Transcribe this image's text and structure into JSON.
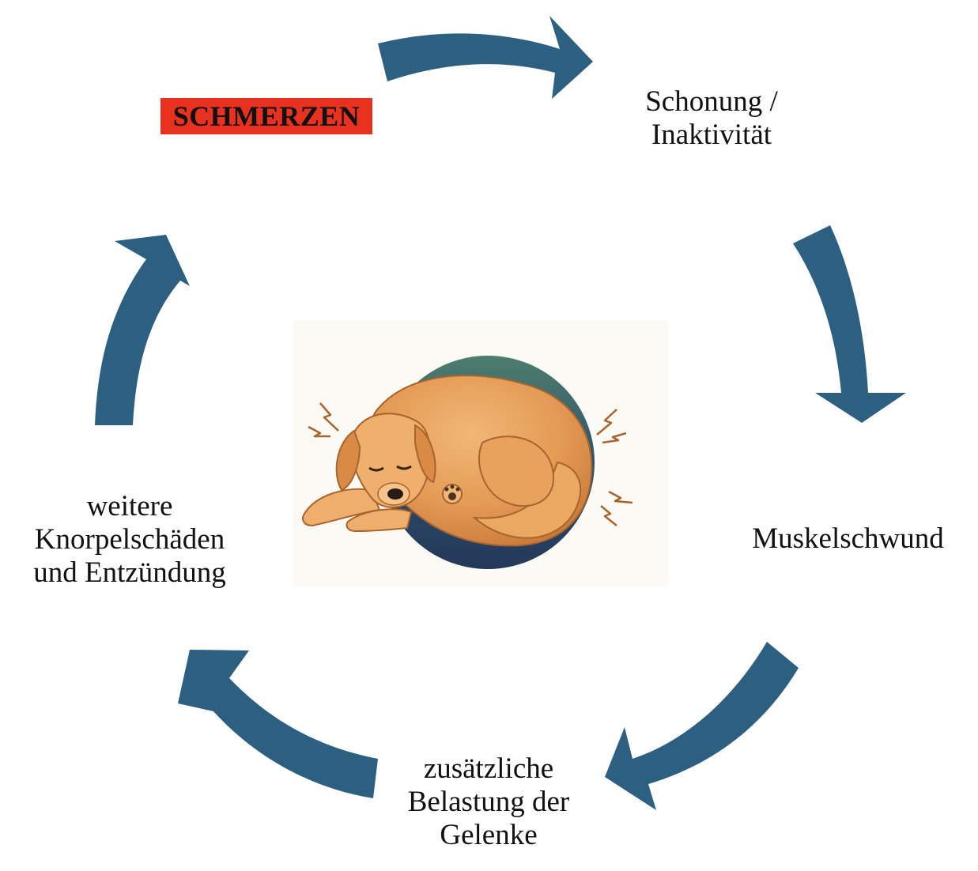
{
  "diagram": {
    "accent_color": "#2d5f80",
    "highlight_color": "#e8321f",
    "nodes": {
      "pain": "SCHMERZEN",
      "inactivity": [
        "Schonung /",
        "Inaktivität"
      ],
      "muscle": "Muskelschwund",
      "joints": [
        "zusätzliche",
        "Belastung der",
        "Gelenke"
      ],
      "cartilage": [
        "weitere",
        "Knorpelschäden",
        "und Entzündung"
      ]
    },
    "center_image": "sleeping-dog-in-pain-illustration"
  }
}
